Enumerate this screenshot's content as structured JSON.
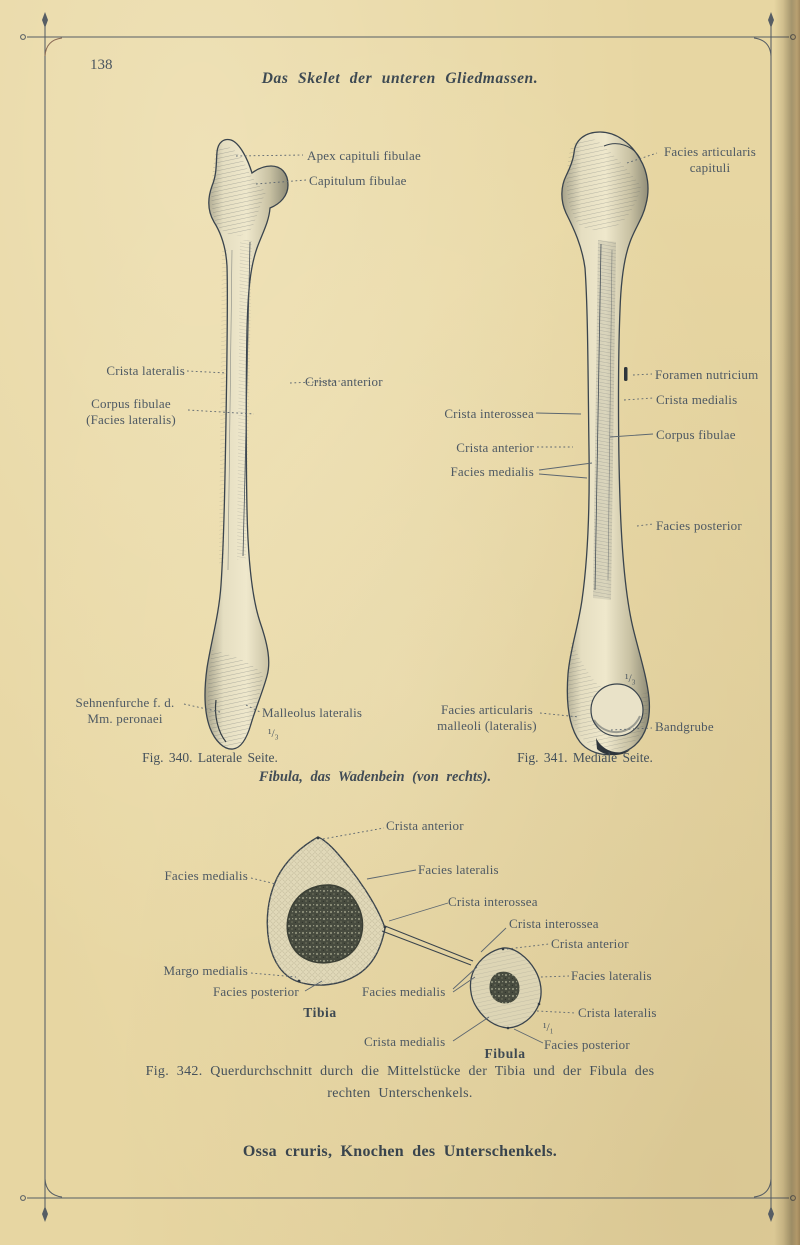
{
  "page": {
    "number": "138",
    "title": "Das Skelet der unteren Gliedmassen.",
    "footer": "Ossa cruris, Knochen des Unterschenkels."
  },
  "fig340": {
    "caption": "Fig. 340. Laterale Seite.",
    "scale": "¹/₃",
    "labels": {
      "apex": "Apex capituli fibulae",
      "capitulum": "Capitulum fibulae",
      "crista_lateralis": "Crista lateralis",
      "corpus_line1": "Corpus fibulae",
      "corpus_line2": "(Facies lateralis)",
      "crista_anterior": "Crista anterior",
      "sehnenfurche_line1": "Sehnenfurche f. d.",
      "sehnenfurche_line2": "Mm. peronaei",
      "malleolus": "Malleolus lateralis"
    }
  },
  "fig341": {
    "caption": "Fig. 341. Mediale Seite.",
    "scale": "¹/₃",
    "labels": {
      "facies_articularis_line1": "Facies articularis",
      "facies_articularis_line2": "capituli",
      "foramen": "Foramen nutricium",
      "crista_medialis": "Crista medialis",
      "corpus": "Corpus fibulae",
      "facies_posterior": "Facies posterior",
      "crista_interossea": "Crista interossea",
      "crista_anterior": "Crista anterior",
      "facies_medialis": "Facies medialis",
      "malleoli_line1": "Facies articularis",
      "malleoli_line2": "malleoli (lateralis)",
      "bandgrube": "Bandgrube"
    }
  },
  "group_caption": "Fibula, das Wadenbein (von rechts).",
  "fig342": {
    "caption_line1": "Fig. 342. Querdurchschnitt durch die Mittelstücke der Tibia und der Fibula des",
    "caption_line2": "rechten Unterschenkels.",
    "scale": "¹/₁",
    "labels": {
      "crista_anterior_tibia": "Crista anterior",
      "facies_medialis_tibia": "Facies medialis",
      "facies_lateralis_tibia": "Facies lateralis",
      "crista_interossea_tibia": "Crista interossea",
      "margo_medialis": "Margo medialis",
      "facies_posterior_tibia": "Facies posterior",
      "tibia": "Tibia",
      "crista_interossea_fibula": "Crista interossea",
      "crista_anterior_fibula": "Crista anterior",
      "facies_lateralis_fibula": "Facies lateralis",
      "crista_lateralis_fibula": "Crista lateralis",
      "facies_posterior_fibula": "Facies posterior",
      "facies_medialis_fibula": "Facies medialis",
      "crista_medialis_fibula": "Crista medialis",
      "fibula": "Fibula"
    }
  }
}
